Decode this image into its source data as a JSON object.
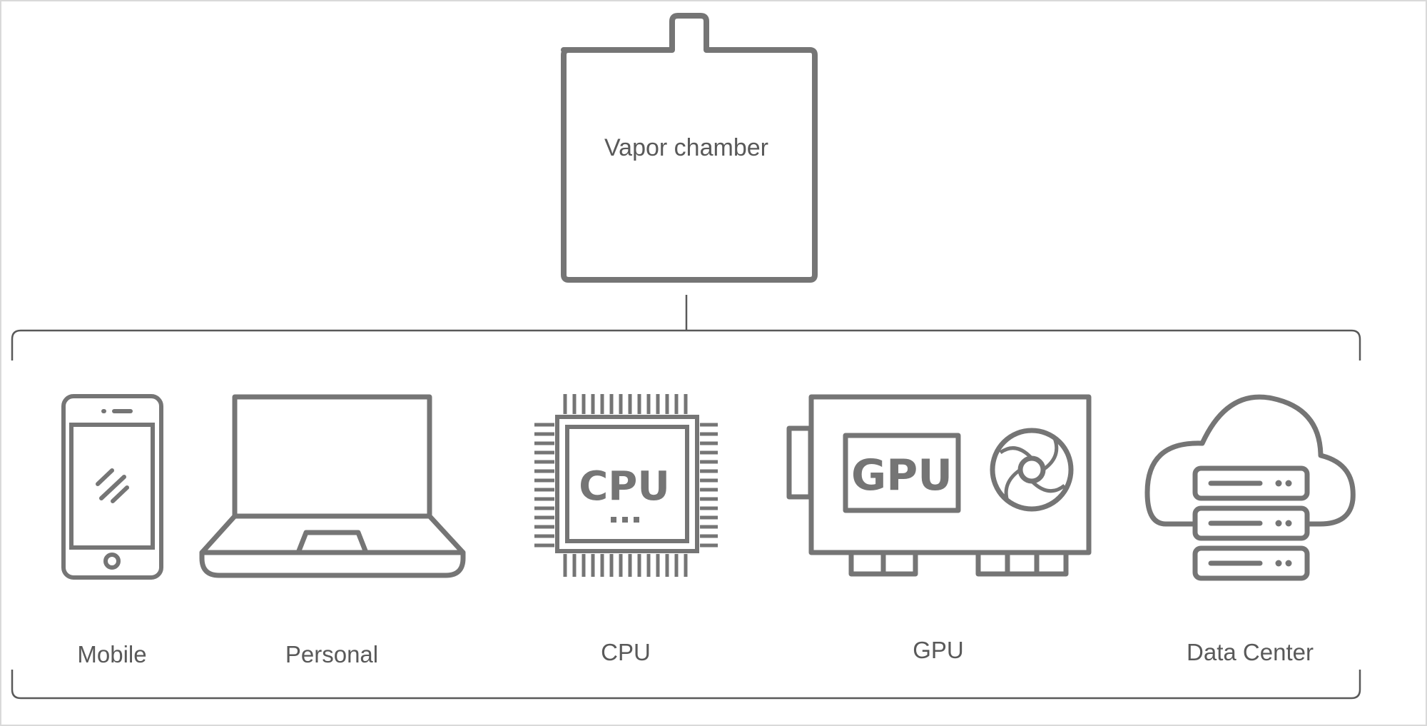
{
  "diagram": {
    "root": {
      "label": "Vapor chamber"
    },
    "applications": [
      {
        "label": "Mobile",
        "icon": "smartphone-icon"
      },
      {
        "label": "Personal",
        "icon": "laptop-icon"
      },
      {
        "label": "CPU",
        "icon": "cpu-chip-icon"
      },
      {
        "label": "GPU",
        "icon": "graphics-card-icon"
      },
      {
        "label": "Data Center",
        "icon": "cloud-server-icon"
      }
    ],
    "icon_text": {
      "cpu": "CPU",
      "gpu": "GPU"
    },
    "colors": {
      "stroke": "#757575",
      "text": "#595959",
      "frame": "#d9d9d9"
    }
  }
}
